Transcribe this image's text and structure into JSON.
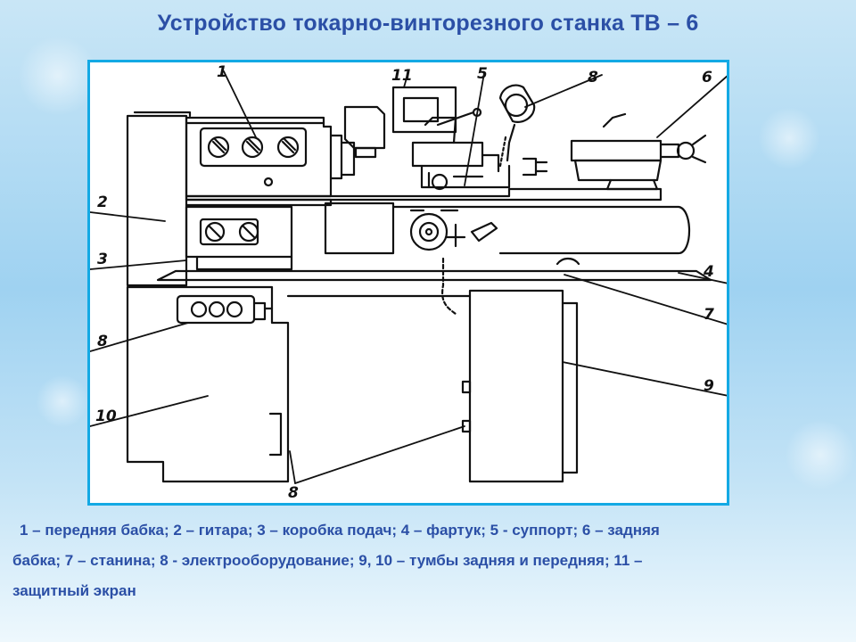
{
  "title": "Устройство токарно-винторезного станка ТВ – 6",
  "diagram": {
    "labels": {
      "l1": "1",
      "l2": "2",
      "l3": "3",
      "l4": "4",
      "l5": "5",
      "l6": "6",
      "l7": "7",
      "l8a": "8",
      "l8b": "8",
      "l8c": "8",
      "l9": "9",
      "l10": "10",
      "l11": "11"
    }
  },
  "caption": {
    "line1": "1 – передняя бабка; 2 – гитара;  3 – коробка подач; 4 – фартук; 5 - суппорт;  6 – задняя",
    "line2": "бабка; 7 – станина; 8 - электрооборудование; 9, 10 – тумбы задняя и передняя; 11 –",
    "line3": "защитный экран"
  },
  "colors": {
    "title": "#2b4fa6",
    "frame_border": "#13a9e4",
    "drawing": "#111111"
  }
}
